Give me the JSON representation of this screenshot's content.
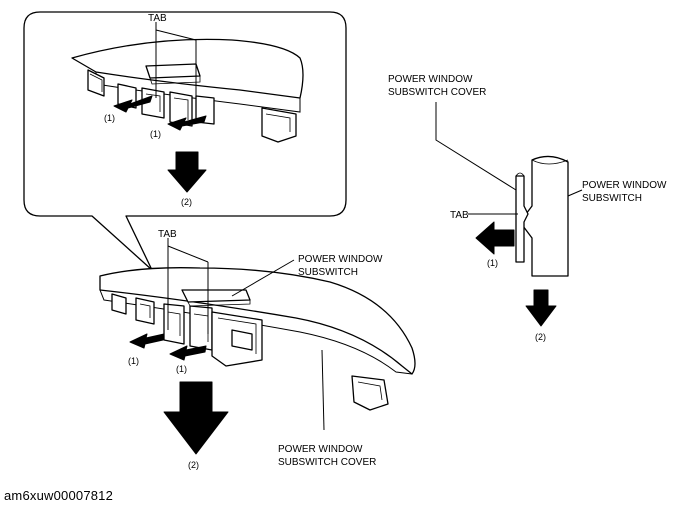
{
  "labels": {
    "tab_detail": "TAB",
    "tab_main": "TAB",
    "tab_side": "TAB",
    "subswitch_main": [
      "POWER WINDOW",
      "SUBSWITCH"
    ],
    "cover_main": [
      "POWER WINDOW",
      "SUBSWITCH COVER"
    ],
    "cover_side": [
      "POWER WINDOW",
      "SUBSWITCH COVER"
    ],
    "subswitch_side": [
      "POWER WINDOW",
      "SUBSWITCH"
    ]
  },
  "steps": {
    "step1": "(1)",
    "step2": "(2)"
  },
  "caption": "am6xuw00007812",
  "colors": {
    "line": "#000000",
    "background": "#ffffff"
  }
}
